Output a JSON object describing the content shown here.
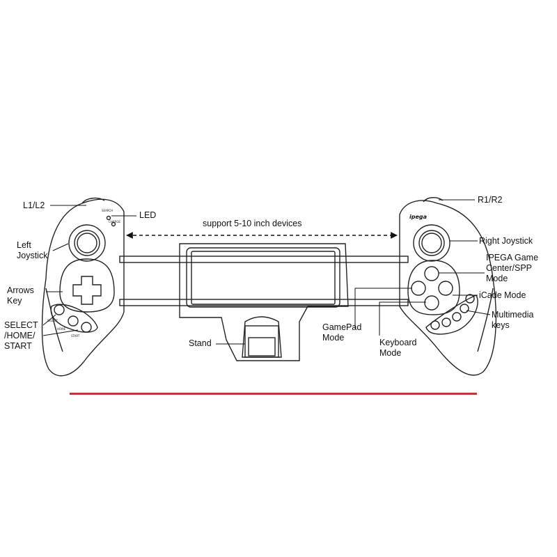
{
  "labels": {
    "l1_l2": "L1/L2",
    "led": "LED",
    "support": "support 5-10 inch devices",
    "left_joystick": "Left\nJoystick",
    "arrows_key": "Arrows\nKey",
    "select_home_start": "SELECT\n/HOME/\nSTART",
    "stand": "Stand",
    "r1_r2": "R1/R2",
    "right_joystick": "Right Joystick",
    "ipega_mode": "IPEGA Game\nCenter/SPP\nMode",
    "icade_mode": "iCade Mode",
    "multimedia_keys": "Multimedia\nkeys",
    "gamepad_mode": "GamePad\nMode",
    "keyboard_mode": "Keyboard\nMode"
  },
  "device_markings": {
    "brand": "ipega",
    "search": "SEARCH",
    "charge": "CHARGE",
    "select": "SELECT",
    "home": "HOME",
    "start": "START"
  },
  "colors": {
    "line": "#222222",
    "rule": "#b83a36"
  }
}
